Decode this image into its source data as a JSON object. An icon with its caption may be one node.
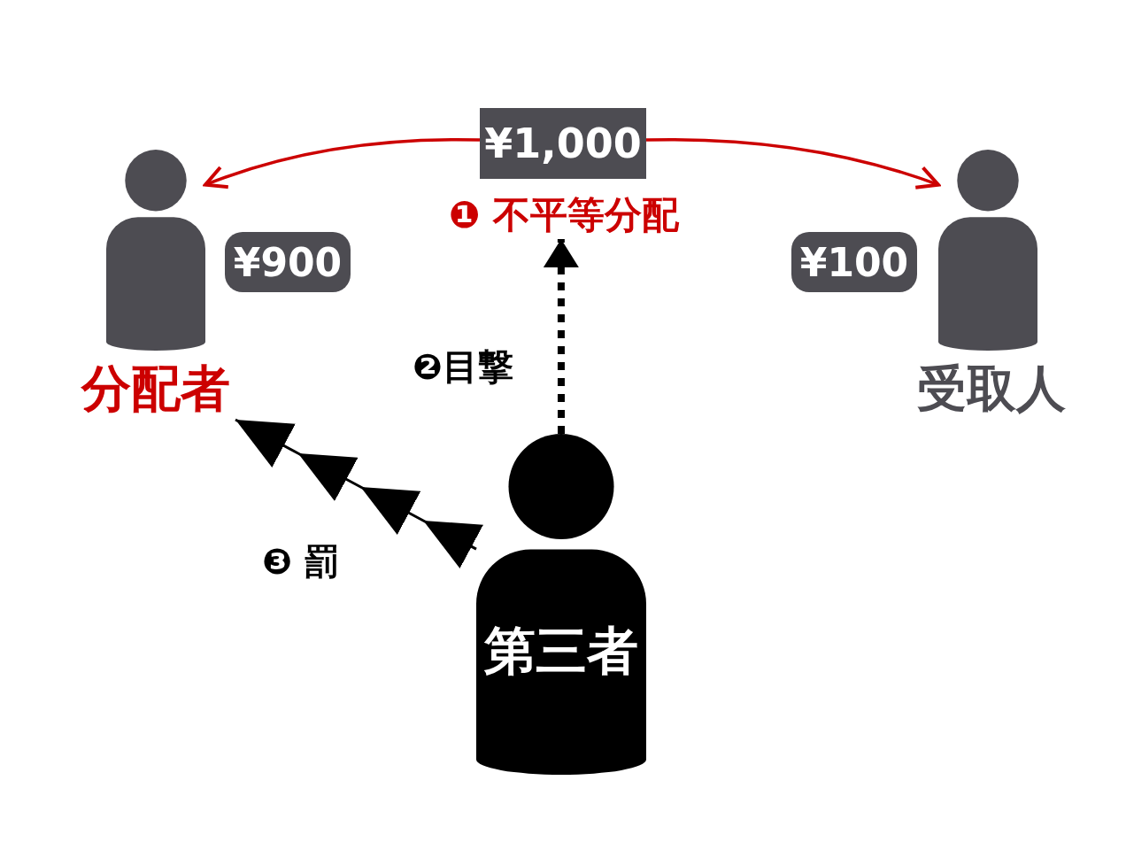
{
  "diagram": {
    "nodes": [
      {
        "text": [
          "¥1,000"
        ]
      },
      {
        "text": [],
        "shape": "person",
        "beside": [
          "分配者"
        ]
      },
      {
        "text": [
          "¥900"
        ]
      },
      {
        "text": [],
        "shape": "person",
        "beside": [
          "受取人"
        ]
      },
      {
        "text": [
          "¥100"
        ]
      },
      {
        "text": [
          "第三者"
        ]
      },
      {
        "text": [
          "❶ 不平等分配"
        ]
      }
    ],
    "edges": [
      {
        "from": 0,
        "to": 1,
        "arrow": "to",
        "color": "#cc0000"
      },
      {
        "from": 0,
        "to": 3,
        "arrow": "to",
        "color": "#cc0000"
      },
      {
        "from": 5,
        "to": 6,
        "arrow": "to",
        "style": "dashed",
        "label": "❷目撃",
        "color": "#000000"
      },
      {
        "from": 5,
        "to": 1,
        "arrow": "to",
        "label": "❸ 罰",
        "color": "#000000"
      }
    ]
  }
}
